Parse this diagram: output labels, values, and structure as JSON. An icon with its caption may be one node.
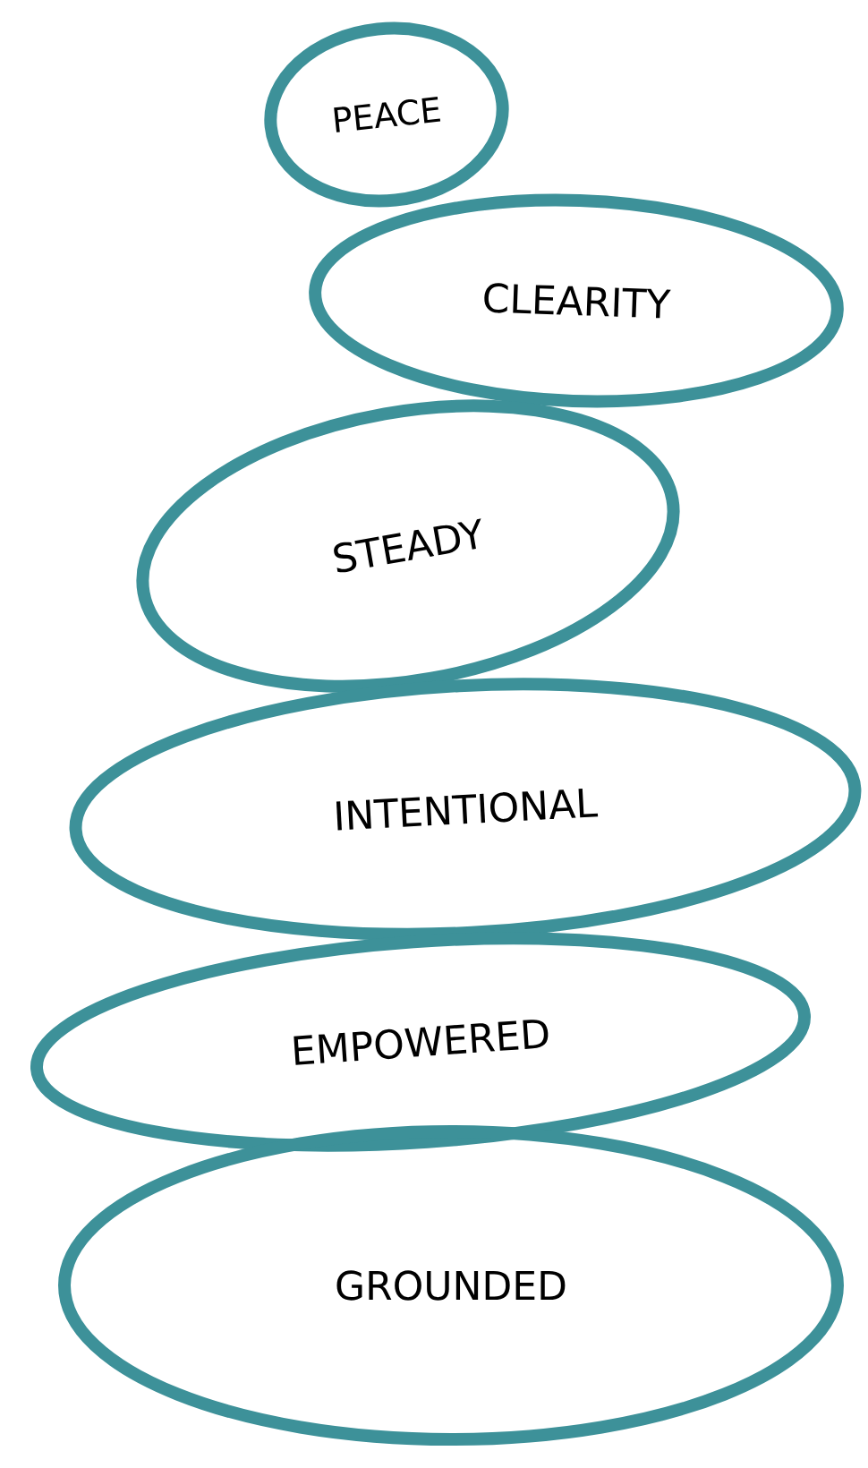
{
  "diagram": {
    "nodes": [
      {
        "text": [
          "PEACE"
        ]
      },
      {
        "text": [
          "CLEARITY"
        ]
      },
      {
        "text": [
          "STEADY"
        ]
      },
      {
        "text": [
          "INTENTIONAL"
        ]
      },
      {
        "text": [
          "EMPOWERED"
        ]
      },
      {
        "text": [
          "GROUNDED"
        ]
      }
    ]
  }
}
